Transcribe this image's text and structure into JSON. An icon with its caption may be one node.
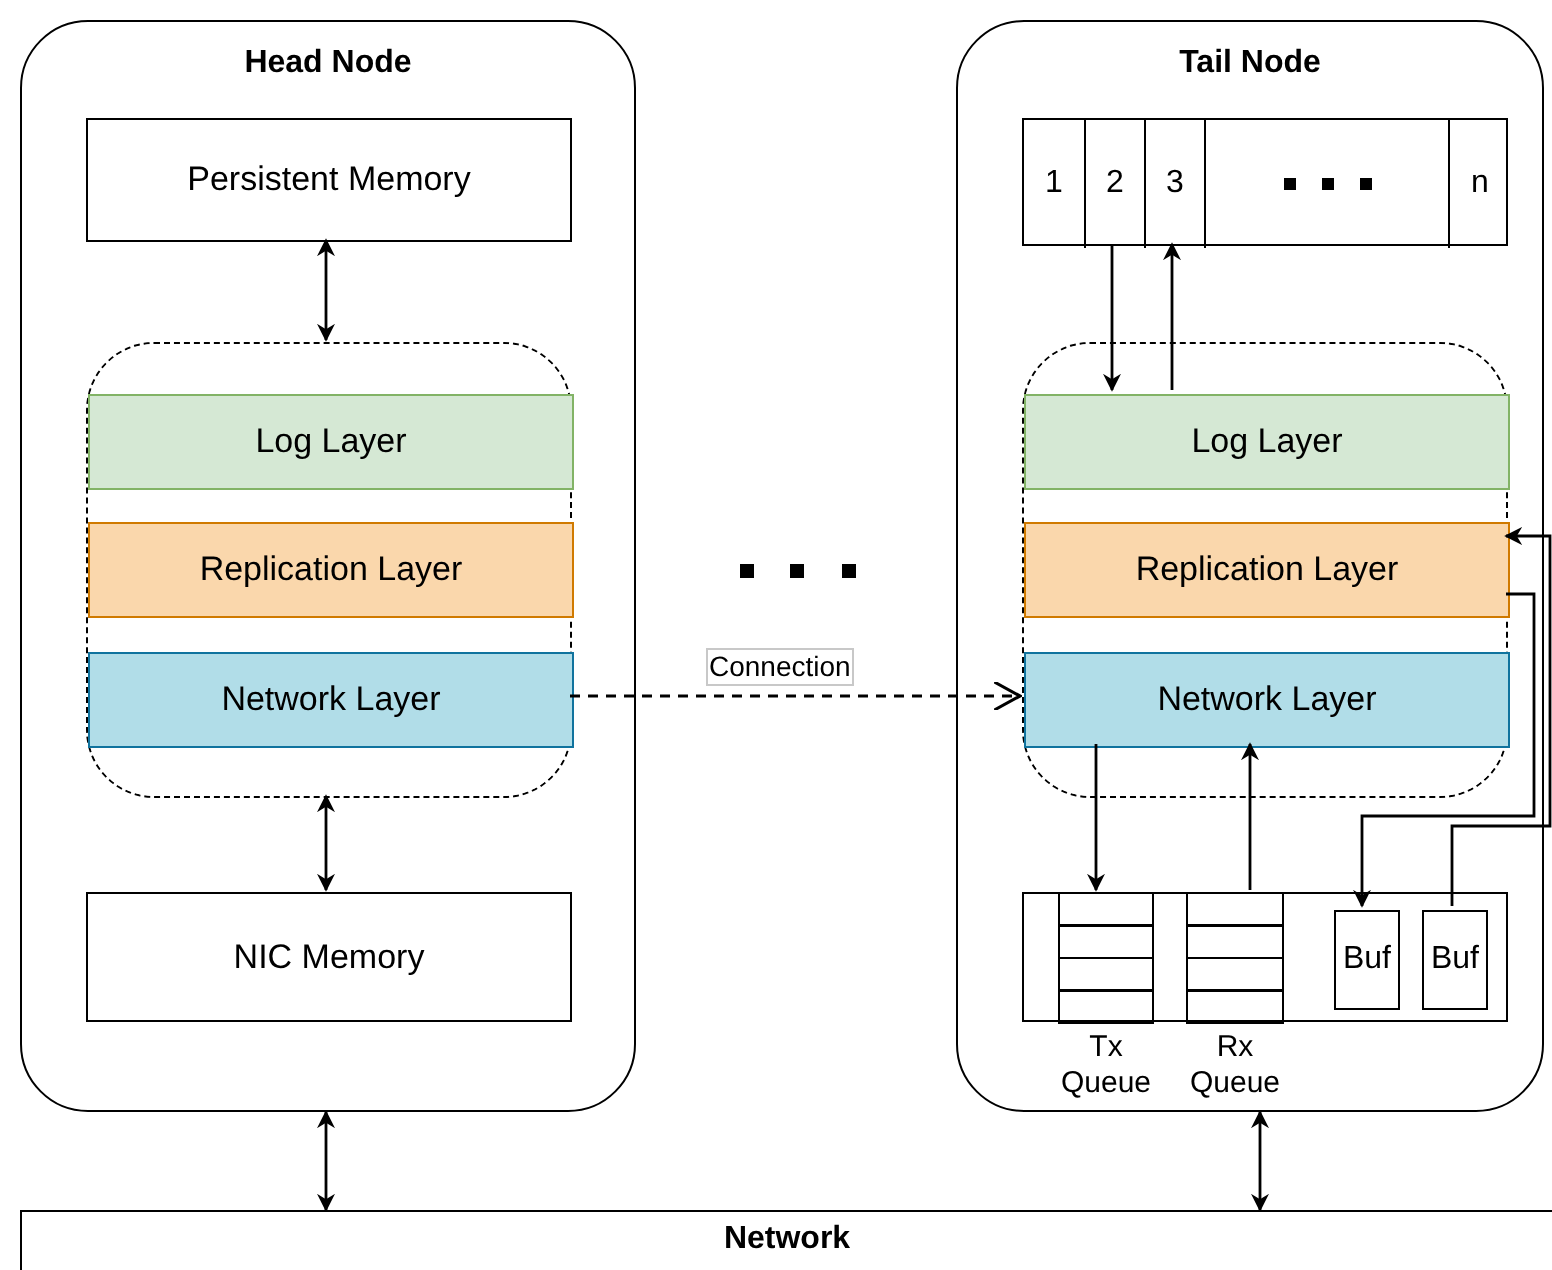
{
  "diagram": {
    "nodes": [
      {
        "text": [
          "Head Node"
        ]
      },
      {
        "text": [
          "Persistent Memory"
        ],
        "in": 0
      },
      {
        "text": [],
        "shape": "box",
        "in": 0
      },
      {
        "text": [
          "Log Layer"
        ],
        "in": 2
      },
      {
        "text": [
          "Replication Layer"
        ],
        "in": 2
      },
      {
        "text": [
          "Network Layer"
        ],
        "in": 2
      },
      {
        "text": [
          "NIC Memory"
        ],
        "in": 0
      },
      {
        "text": [
          "Tail Node"
        ]
      },
      {
        "text": [],
        "shape": "box",
        "in": 7
      },
      {
        "text": [
          "1"
        ],
        "in": 8
      },
      {
        "text": [
          "2"
        ],
        "in": 8
      },
      {
        "text": [
          "3"
        ],
        "in": 8
      },
      {
        "text": [],
        "shape": "box",
        "in": 8
      },
      {
        "text": [
          "n"
        ],
        "in": 8
      },
      {
        "text": [],
        "shape": "box",
        "in": 7
      },
      {
        "text": [
          "Log Layer"
        ],
        "in": 14
      },
      {
        "text": [
          "Replication Layer"
        ],
        "in": 14
      },
      {
        "text": [
          "Network Layer"
        ],
        "in": 14
      },
      {
        "text": [],
        "shape": "box",
        "in": 7
      },
      {
        "text": [],
        "shape": "box",
        "beside": [
          "Tx Queue"
        ],
        "in": 18
      },
      {
        "text": [],
        "shape": "box",
        "beside": [
          "Rx Queue"
        ],
        "in": 18
      },
      {
        "text": [
          "Buf"
        ],
        "in": 18
      },
      {
        "text": [
          "Buf"
        ],
        "in": 18
      },
      {
        "text": [
          "Network"
        ]
      }
    ],
    "edges": [
      {
        "from": 1,
        "to": 2,
        "arrow": "both"
      },
      {
        "from": 2,
        "to": 6,
        "arrow": "both"
      },
      {
        "from": 5,
        "to": 17,
        "arrow": "to",
        "label": "Connection",
        "style": "dashed"
      },
      {
        "from": 10,
        "to": 15,
        "arrow": "to"
      },
      {
        "from": 15,
        "to": 11,
        "arrow": "to"
      },
      {
        "from": 17,
        "to": 19,
        "arrow": "to"
      },
      {
        "from": 20,
        "to": 17,
        "arrow": "to"
      },
      {
        "from": 16,
        "to": 21,
        "arrow": "to"
      },
      {
        "from": 22,
        "to": 16,
        "arrow": "to"
      },
      {
        "from": 0,
        "to": 23,
        "arrow": "both"
      },
      {
        "from": 7,
        "to": 23,
        "arrow": "both"
      }
    ]
  }
}
